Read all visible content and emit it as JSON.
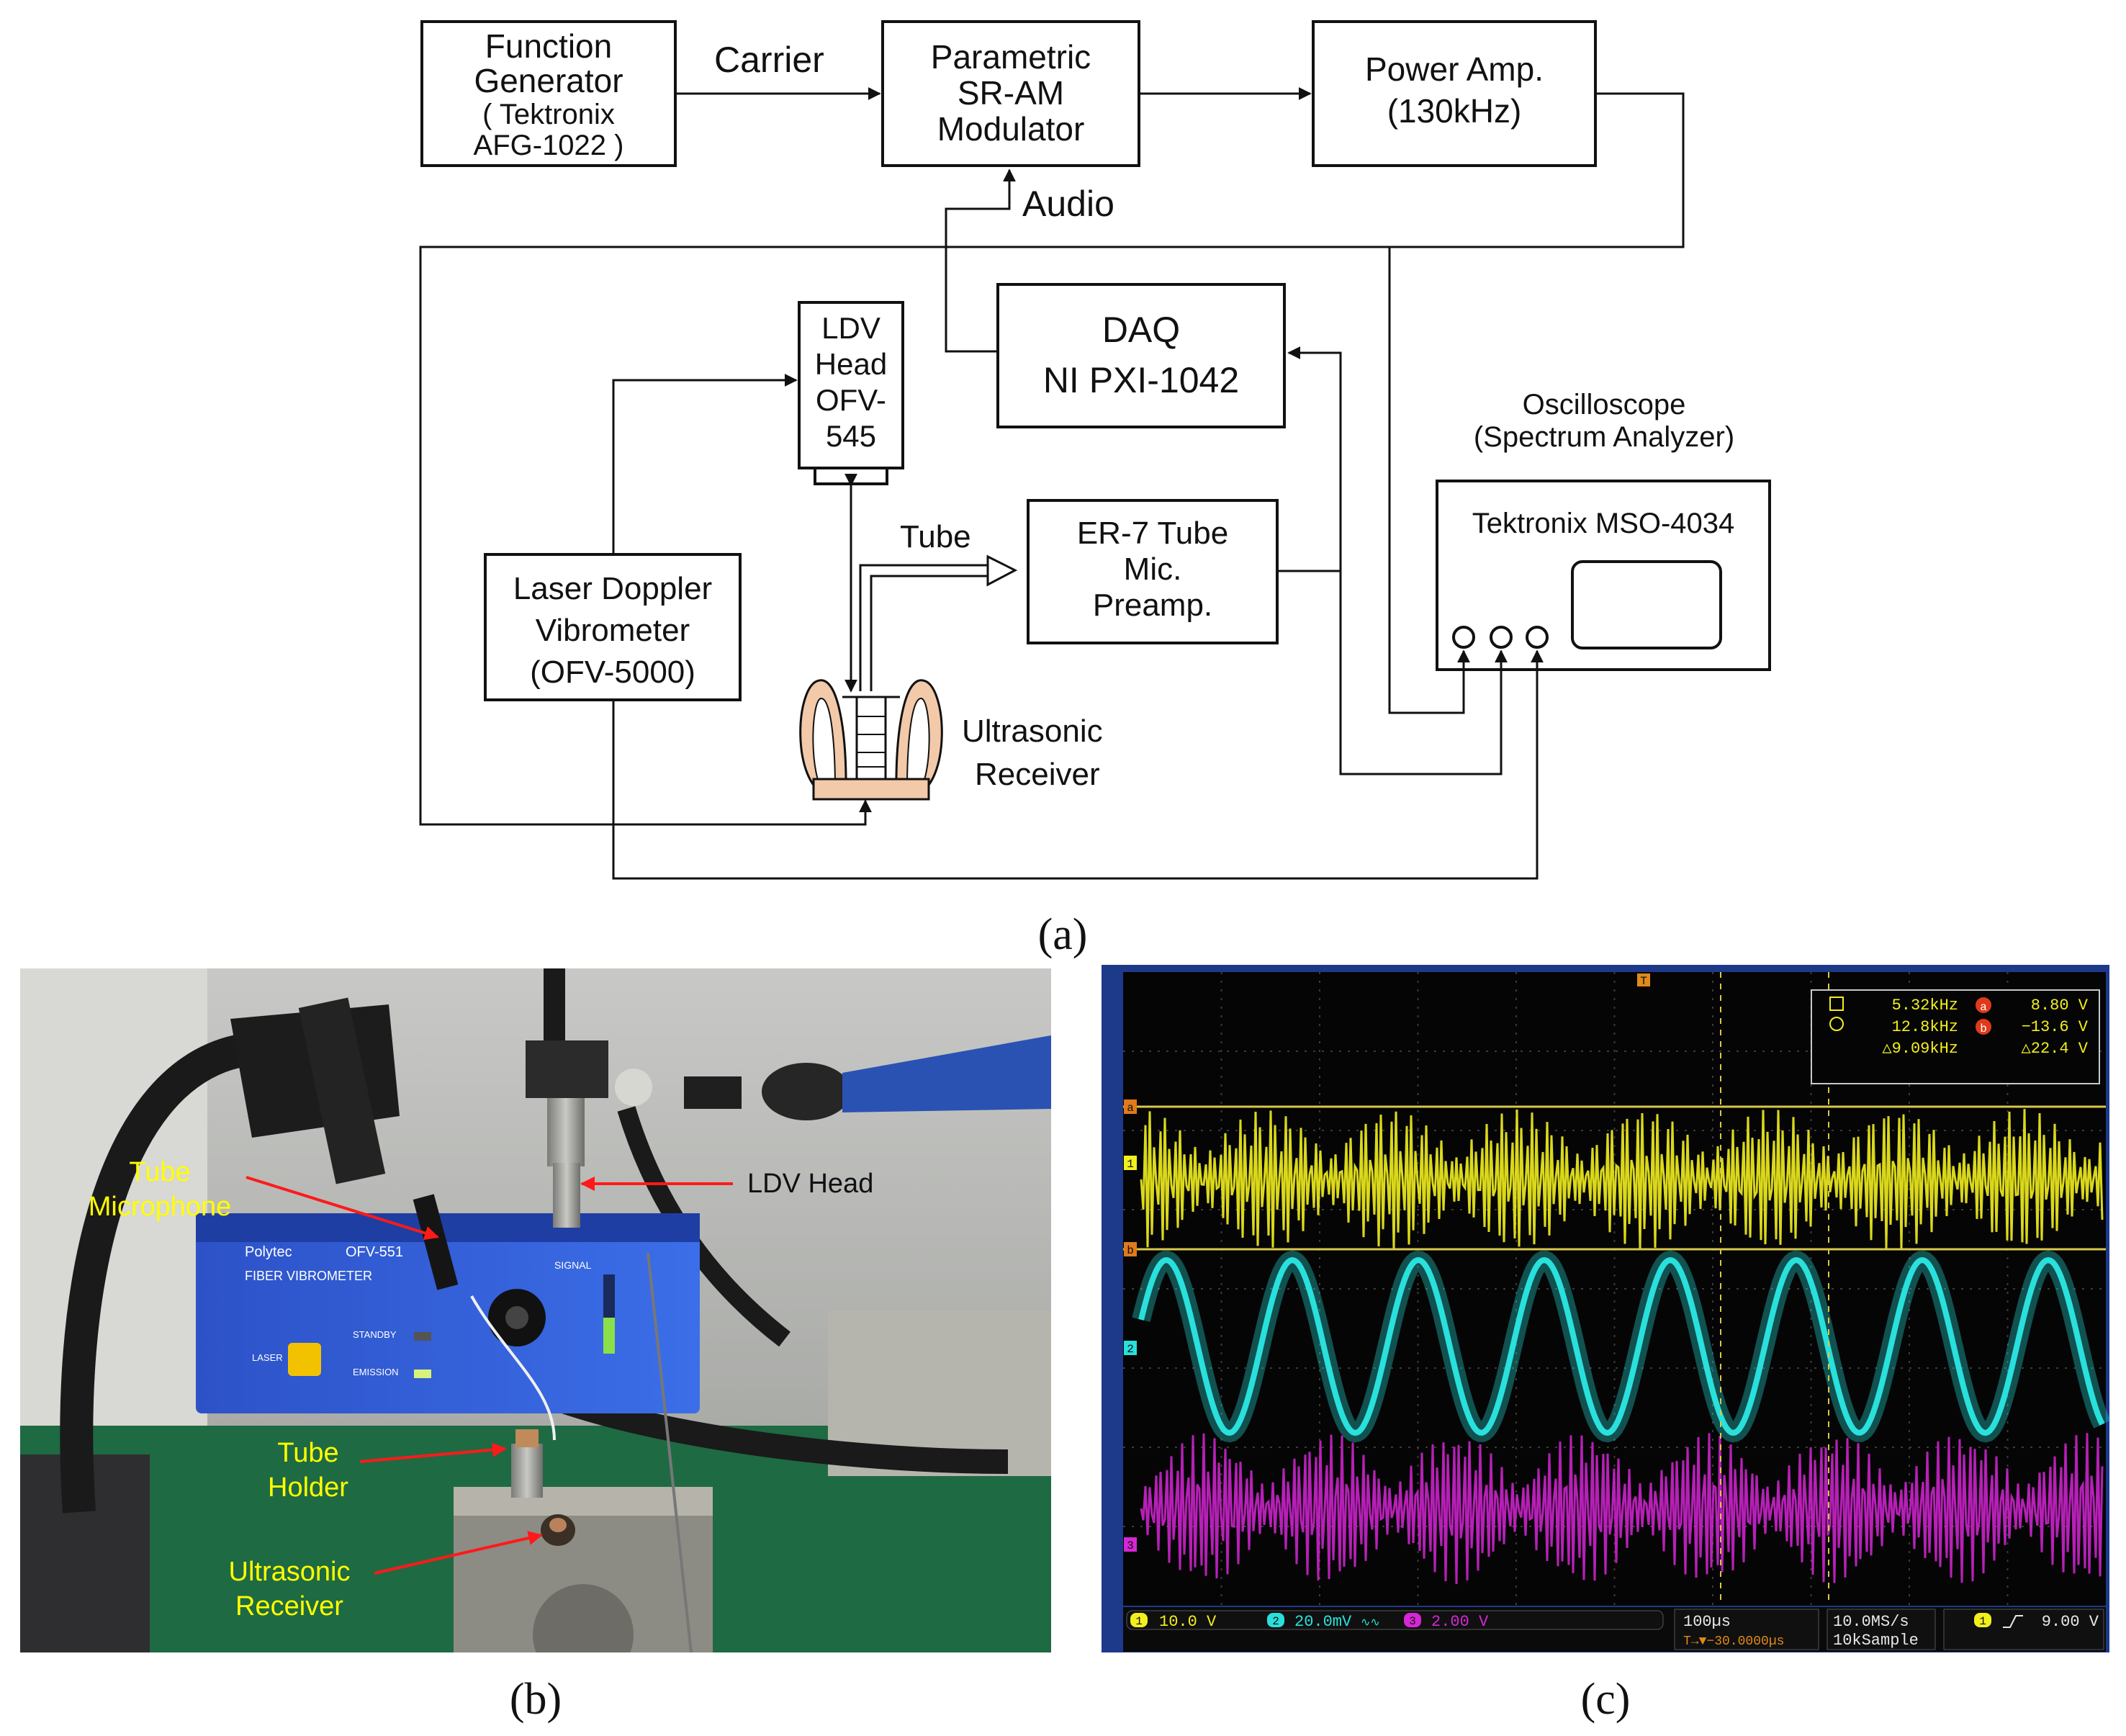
{
  "diagram": {
    "boxes": {
      "function_generator": [
        "Function",
        "Generator",
        "( Tektronix",
        "AFG-1022 )"
      ],
      "modulator": [
        "Parametric",
        "SR-AM",
        "Modulator"
      ],
      "power_amp": [
        "Power Amp.",
        "(130kHz)"
      ],
      "daq": [
        "DAQ",
        "NI PXI-1042"
      ],
      "ldv_head": [
        "LDV",
        "Head",
        "OFV-",
        "545"
      ],
      "er7": [
        "ER-7 Tube",
        "Mic.",
        "Preamp."
      ],
      "vibrometer": [
        "Laser Doppler",
        "Vibrometer",
        "(OFV-5000)"
      ],
      "oscilloscope_model": "Tektronix MSO-4034"
    },
    "labels": {
      "carrier": "Carrier",
      "audio": "Audio",
      "tube": "Tube",
      "oscilloscope": [
        "Oscilloscope",
        "(Spectrum Analyzer)"
      ],
      "receiver": [
        "Ultrasonic",
        "Receiver"
      ]
    },
    "caption": "(a)"
  },
  "photo": {
    "labels": {
      "tube_microphone": [
        "Tube",
        "Microphone"
      ],
      "ldv_head": "LDV Head",
      "tube_holder": [
        "Tube",
        "Holder"
      ],
      "ultrasonic_receiver": [
        "Ultrasonic",
        "Receiver"
      ]
    },
    "device_text": {
      "brand": "Polytec",
      "model": "OFV-551",
      "name": "FIBER VIBROMETER",
      "signal": "SIGNAL",
      "standby": "STANDBY",
      "laser": "LASER",
      "emission": "EMISSION"
    },
    "label_color": "#ffff00",
    "arrow_color": "#ff1a1a",
    "caption": "(b)"
  },
  "scope": {
    "readout": {
      "row1": [
        "5.32kHz",
        "8.80 V"
      ],
      "row2": [
        "12.8kHz",
        "−13.6 V"
      ],
      "row3": [
        "△9.09kHz",
        "△22.4 V"
      ],
      "cursor_a": "a",
      "cursor_b": "b"
    },
    "trace_markers": [
      "a",
      "1",
      "b",
      "2",
      "3"
    ],
    "trigger_marker": "T",
    "status": {
      "ch1": "1",
      "ch1_scale": "10.0 V",
      "ch2": "2",
      "ch2_scale": "20.0mV",
      "ch2_filter": "∿∿",
      "ch3": "3",
      "ch3_scale": "2.00 V",
      "timebase": "100µs",
      "delay": "T→▼−30.0000µs",
      "rate": "10.0MS/s",
      "samples": "10kSample",
      "trig_ch": "1",
      "trig_level": "9.00 V"
    },
    "colors": {
      "ch1": "#f2ef1e",
      "ch2": "#29e0dc",
      "ch3": "#d626d6",
      "bezel": "#1d3a8a",
      "screen": "#050505"
    },
    "caption": "(c)"
  }
}
